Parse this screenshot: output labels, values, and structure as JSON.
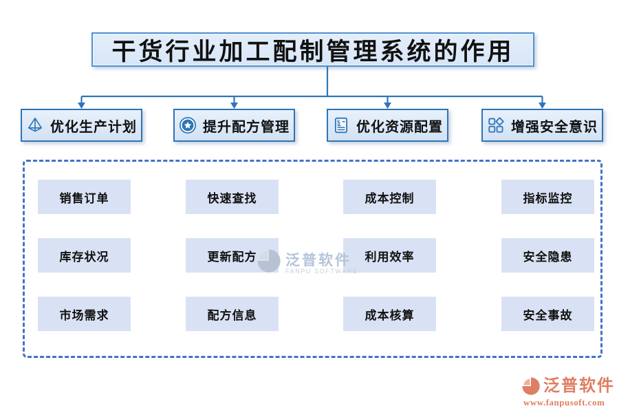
{
  "title": "干货行业加工配制管理系统的作用",
  "categories": [
    {
      "label": "优化生产计划",
      "icon": "pyramid-icon",
      "items": [
        "销售订单",
        "库存状况",
        "市场需求"
      ]
    },
    {
      "label": "提升配方管理",
      "icon": "badge-star-icon",
      "items": [
        "快速查找",
        "更新配方",
        "配方信息"
      ]
    },
    {
      "label": "优化资源配置",
      "icon": "invoice-icon",
      "items": [
        "成本控制",
        "利用效率",
        "成本核算"
      ]
    },
    {
      "label": "增强安全意识",
      "icon": "grid-diamond-icon",
      "items": [
        "指标监控",
        "安全隐患",
        "安全事故"
      ]
    }
  ],
  "watermark": {
    "text": "泛普软件",
    "subtext": "FANPU SOFTWARE"
  },
  "footer_logo": {
    "text": "泛普软件",
    "url": "www.fanpusoft.com"
  },
  "colors": {
    "box_border": "#2e74b5",
    "box_fill": "#dce9f7",
    "grid_fill": "#d9e2f4",
    "dashed_border": "#4472c4",
    "connector": "#2e75b6",
    "icon_blue": "#2e75b6",
    "watermark_text": "#b4c4d9",
    "footer_text": "#df7e61"
  }
}
